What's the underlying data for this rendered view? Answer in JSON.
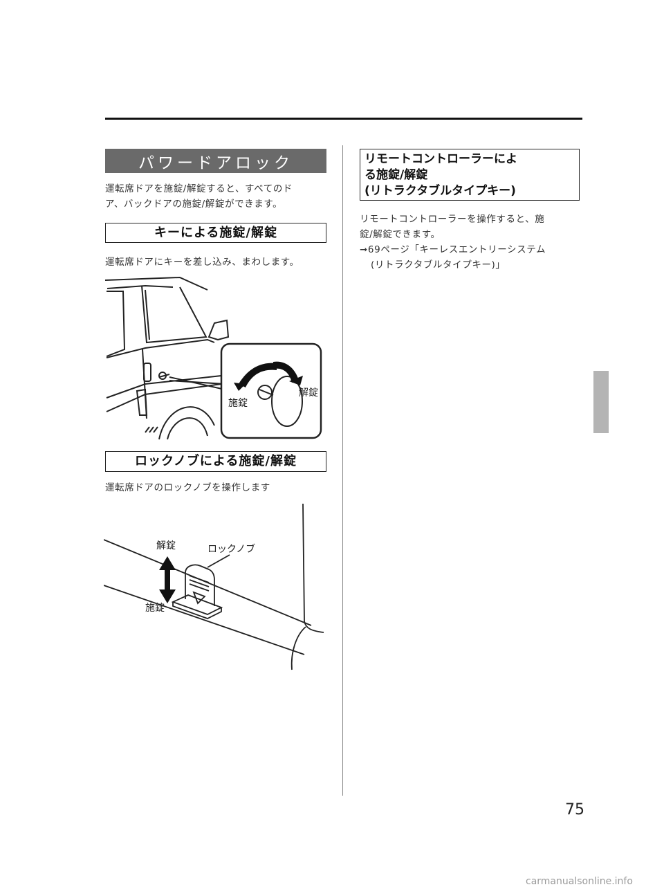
{
  "page": {
    "number": "75",
    "watermark": "carmanualsonline.info"
  },
  "left": {
    "title": "パワードアロック",
    "intro": [
      "運転席ドアを施錠/解錠すると、すべてのド",
      "ア、バックドアの施錠/解錠ができます。"
    ],
    "key_section": {
      "heading": "キーによる施錠/解錠",
      "text": "運転席ドアにキーを差し込み、まわします。",
      "fig_lock": "施錠",
      "fig_unlock": "解錠"
    },
    "knob_section": {
      "heading": "ロックノブによる施錠/解錠",
      "text": "運転席ドアのロックノブを操作します",
      "fig_unlock": "解錠",
      "fig_lock": "施錠",
      "fig_knob": "ロックノブ"
    }
  },
  "right": {
    "title_lines": [
      "リモートコントローラーによ",
      "る施錠/解錠",
      "(リトラクタブルタイプキー)"
    ],
    "text_lines": [
      "リモートコントローラーを操作すると、施",
      "錠/解錠できます。"
    ],
    "ref_arrow": "➞",
    "ref_lines": [
      "69ページ「キーレスエントリーシステム",
      "(リトラクタブルタイプキー)」"
    ]
  }
}
